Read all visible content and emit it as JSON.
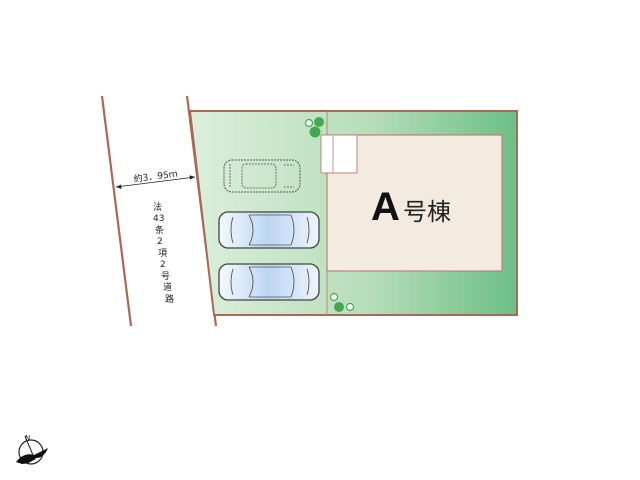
{
  "colors": {
    "boundary": "#a86a55",
    "site_light": "#d9eedb",
    "site_dark": "#6fc088",
    "building_fill": "#f3ebe0",
    "building_stroke": "#b88575",
    "tree": "#45a84e",
    "car_fill": "#cfe0f4",
    "text": "#111111"
  },
  "road": {
    "width_label": "約3．95ｍ",
    "type_label_chars": [
      "法",
      "43",
      "条",
      "2",
      "項",
      "2",
      "号",
      "道",
      "路"
    ]
  },
  "building": {
    "label_letter": "A",
    "label_suffix": "号棟"
  },
  "parking": {
    "cars": [
      {
        "type": "compact",
        "style": "outline"
      },
      {
        "type": "sedan",
        "style": "filled"
      },
      {
        "type": "sedan",
        "style": "filled"
      }
    ]
  },
  "compass": {
    "north_label": "N"
  }
}
